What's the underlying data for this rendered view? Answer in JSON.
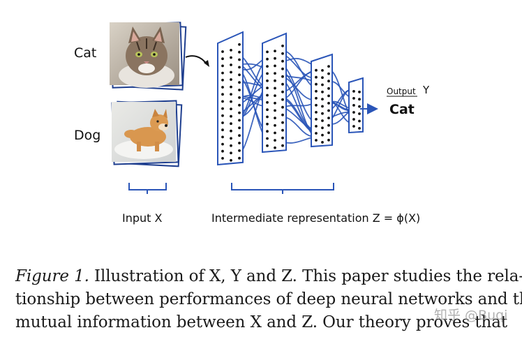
{
  "labels": {
    "cat": "Cat",
    "dog": "Dog",
    "output_word": "Output",
    "output_var": "Y",
    "output_value": "Cat",
    "input": "Input X",
    "intermediate": "Intermediate representation Z = ϕ(X)"
  },
  "caption": {
    "fig_label": "Figure 1.",
    "line1": " Illustration of X, Y and Z. This paper studies the rela-",
    "line2": "tionship between performances of deep neural networks and the",
    "line3": "mutual information between X and Z. Our theory proves that"
  },
  "watermark": "知乎 @Buqi",
  "colors": {
    "network_blue": "#2a55b8",
    "ink": "#111111"
  }
}
